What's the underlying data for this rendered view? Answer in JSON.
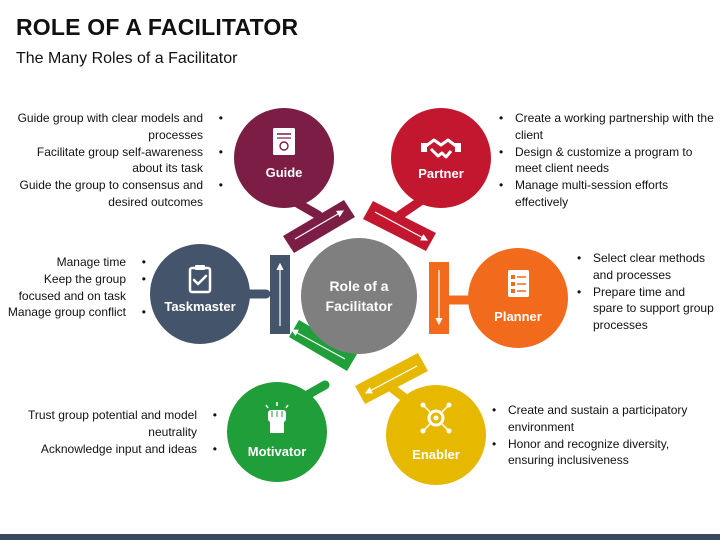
{
  "title": "ROLE OF A FACILITATOR",
  "subtitle": "The Many Roles of a Facilitator",
  "center": {
    "line1": "Role of a",
    "line2": "Facilitator",
    "color": "#7f7f7f"
  },
  "roles": {
    "guide": {
      "label": "Guide",
      "color": "#7b1d45",
      "icon": "book-icon",
      "bullets": [
        "Guide group with clear models and processes",
        "Facilitate group self-awareness about its task",
        "Guide the group to consensus and desired outcomes"
      ]
    },
    "partner": {
      "label": "Partner",
      "color": "#c3162f",
      "icon": "handshake-icon",
      "bullets": [
        "Create a working partnership with the client",
        "Design & customize a program to meet client needs",
        "Manage multi-session efforts effectively"
      ]
    },
    "planner": {
      "label": "Planner",
      "color": "#f26b1d",
      "icon": "checklist-icon",
      "bullets": [
        "Select clear methods and processes",
        "Prepare time and spare to support group processes"
      ]
    },
    "enabler": {
      "label": "Enabler",
      "color": "#e6b800",
      "icon": "gear-network-icon",
      "bullets": [
        "Create and sustain a participatory environment",
        "Honor and recognize diversity, ensuring inclusiveness"
      ]
    },
    "motivator": {
      "label": "Motivator",
      "color": "#1f9e3a",
      "icon": "raised-fist-icon",
      "bullets": [
        "Trust group potential and model neutrality",
        "Acknowledge input and ideas"
      ]
    },
    "taskmaster": {
      "label": "Taskmaster",
      "color": "#44546a",
      "icon": "clipboard-check-icon",
      "bullets": [
        "Manage time",
        "Keep the group focused and on task",
        "Manage group conflict"
      ]
    }
  }
}
